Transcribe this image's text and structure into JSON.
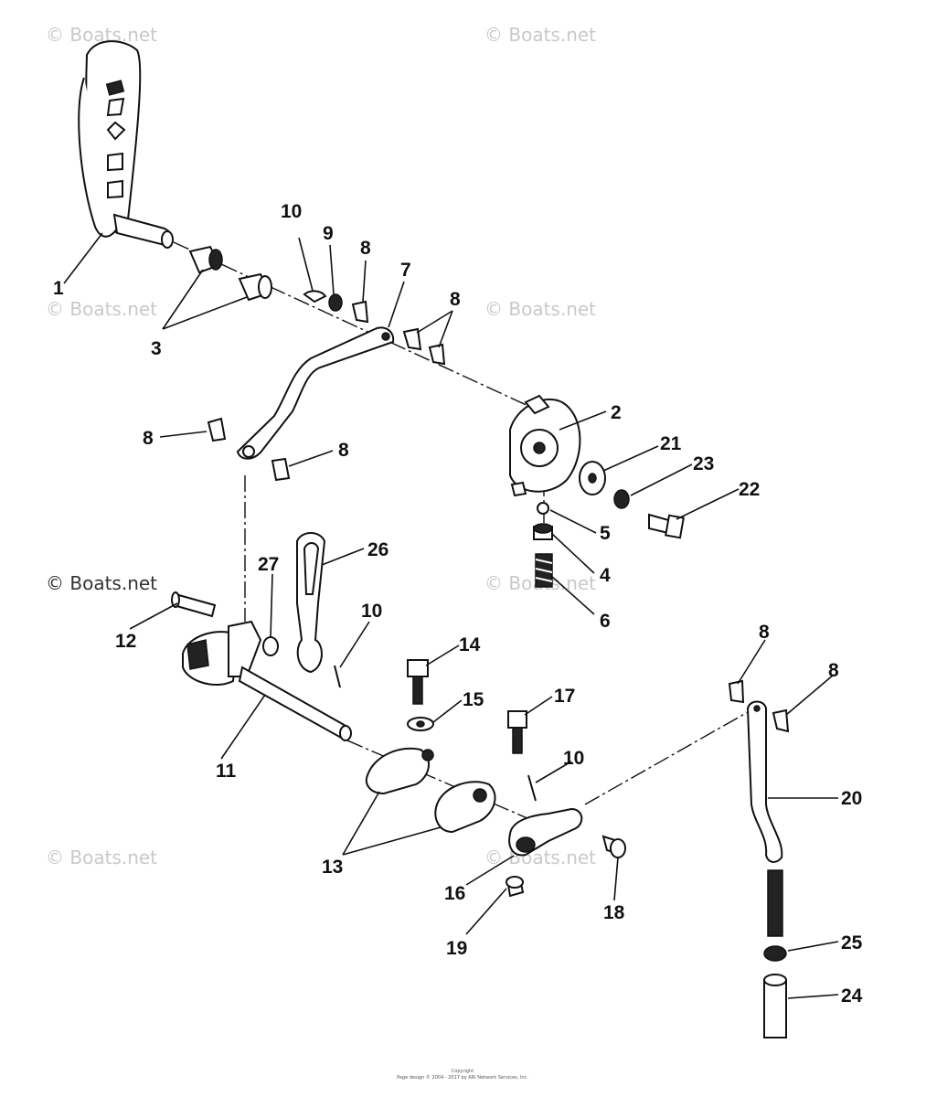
{
  "watermarks": [
    "© Boats.net",
    "© Boats.net",
    "© Boats.net",
    "© Boats.net",
    "© Boats.net",
    "© Boats.net",
    "© Boats.net",
    "© Boats.net"
  ],
  "callouts": {
    "c1": "1",
    "c2": "2",
    "c3": "3",
    "c4": "4",
    "c5": "5",
    "c6": "6",
    "c7": "7",
    "c8a": "8",
    "c8b": "8",
    "c8c": "8",
    "c8d": "8",
    "c8e": "8",
    "c8f": "8",
    "c9": "9",
    "c10a": "10",
    "c10b": "10",
    "c10c": "10",
    "c11": "11",
    "c12": "12",
    "c13": "13",
    "c14": "14",
    "c15": "15",
    "c16": "16",
    "c17": "17",
    "c18": "18",
    "c19": "19",
    "c20": "20",
    "c21": "21",
    "c22": "22",
    "c23": "23",
    "c24": "24",
    "c25": "25",
    "c26": "26",
    "c27": "27"
  },
  "footer": {
    "line1": "Copyright",
    "line2": "Page design © 2004 - 2017 by ARI Network Services, Inc."
  }
}
